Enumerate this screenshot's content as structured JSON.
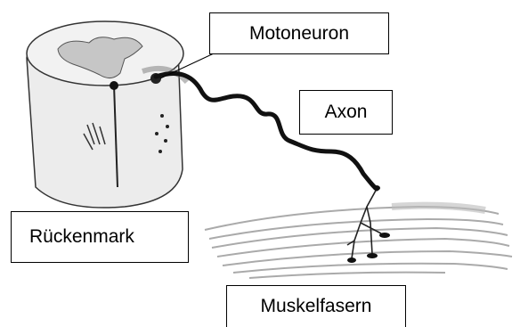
{
  "labels": {
    "motoneuron": "Motoneuron",
    "axon": "Axon",
    "rueckenmark": "Rückenmark",
    "muskelfasern": "Muskelfasern"
  },
  "colors": {
    "line": "#000000",
    "tissue": "#e6e6e6",
    "grey_matter": "#c8c8c8",
    "background": "#ffffff"
  }
}
